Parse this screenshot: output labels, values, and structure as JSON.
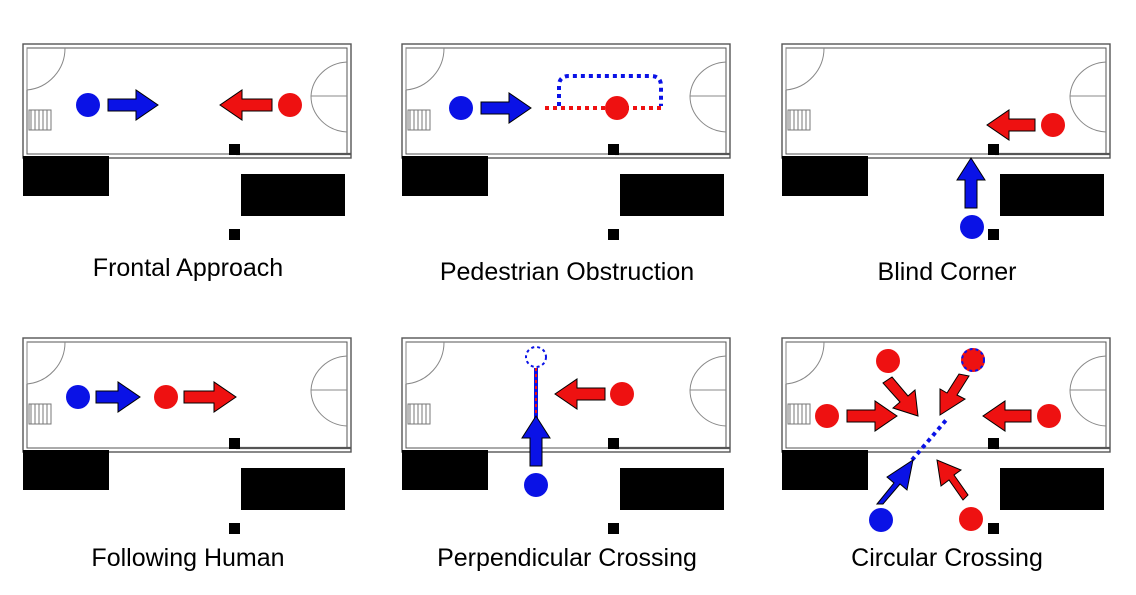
{
  "colors": {
    "robot": "#0a12e6",
    "human": "#ee1111",
    "wall": "#555555",
    "furniture": "#000000"
  },
  "scenarios": [
    {
      "caption": "Frontal Approach"
    },
    {
      "caption": "Pedestrian Obstruction"
    },
    {
      "caption": "Blind Corner"
    },
    {
      "caption": "Following Human"
    },
    {
      "caption": "Perpendicular Crossing"
    },
    {
      "caption": "Circular Crossing"
    }
  ]
}
